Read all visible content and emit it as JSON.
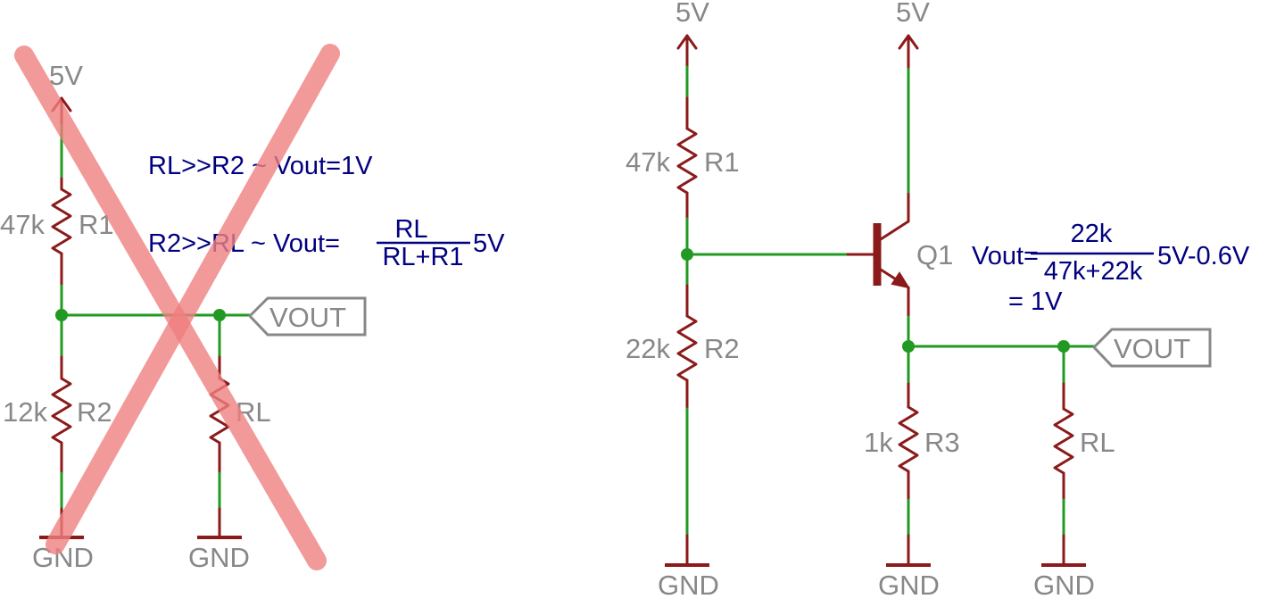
{
  "left_circuit": {
    "supply_label": "5V",
    "r1": {
      "value": "47k",
      "name": "R1"
    },
    "r2": {
      "value": "12k",
      "name": "R2"
    },
    "rl": {
      "name": "RL"
    },
    "vout_label": "VOUT",
    "gnd_labels": [
      "GND",
      "GND"
    ],
    "note_line1": "RL>>R2 ~ Vout=1V",
    "note_line2_prefix": "R2>>RL ~ Vout=",
    "note_frac_num": "RL",
    "note_frac_den": "RL+R1",
    "note_line2_suffix": "5V",
    "cross_color": "#f08080"
  },
  "right_circuit": {
    "supply_labels": [
      "5V",
      "5V"
    ],
    "r1": {
      "value": "47k",
      "name": "R1"
    },
    "r2": {
      "value": "22k",
      "name": "R2"
    },
    "r3": {
      "value": "1k",
      "name": "R3"
    },
    "rl": {
      "name": "RL"
    },
    "q1": {
      "name": "Q1"
    },
    "vout_label": "VOUT",
    "gnd_labels": [
      "GND",
      "GND",
      "GND"
    ],
    "eq_prefix": "Vout=",
    "eq_frac_num": "22k",
    "eq_frac_den": "47k+22k",
    "eq_suffix": "5V-0.6V",
    "eq_result": "= 1V"
  },
  "colors": {
    "wire": "#229922",
    "component": "#8b1a1a",
    "label": "#888888",
    "annotation": "#000080"
  }
}
